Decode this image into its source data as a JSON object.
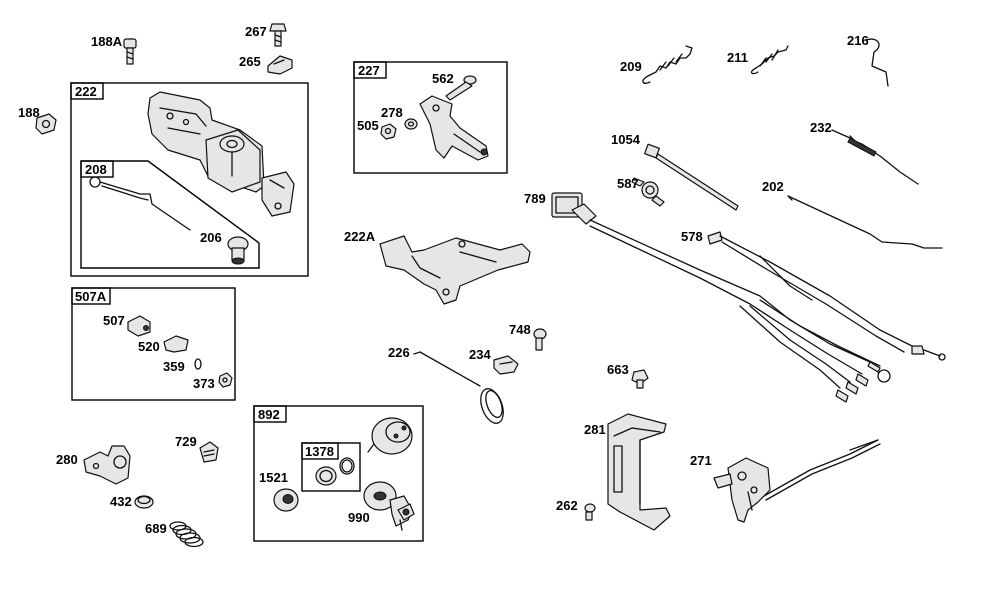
{
  "labels": {
    "p188A": "188A",
    "p267": "267",
    "p265": "265",
    "p188": "188",
    "p222": "222",
    "p208": "208",
    "p206": "206",
    "p227": "227",
    "p562": "562",
    "p278": "278",
    "p505": "505",
    "p209": "209",
    "p211": "211",
    "p216": "216",
    "p232": "232",
    "p1054": "1054",
    "p587": "587",
    "p202": "202",
    "p789": "789",
    "p222A": "222A",
    "p578": "578",
    "p507A": "507A",
    "p507": "507",
    "p520": "520",
    "p359": "359",
    "p373": "373",
    "p748": "748",
    "p226": "226",
    "p234": "234",
    "p663": "663",
    "p280": "280",
    "p729": "729",
    "p432": "432",
    "p689": "689",
    "p892": "892",
    "p1378": "1378",
    "p1521": "1521",
    "p990": "990",
    "p281": "281",
    "p271": "271",
    "p262": "262"
  }
}
